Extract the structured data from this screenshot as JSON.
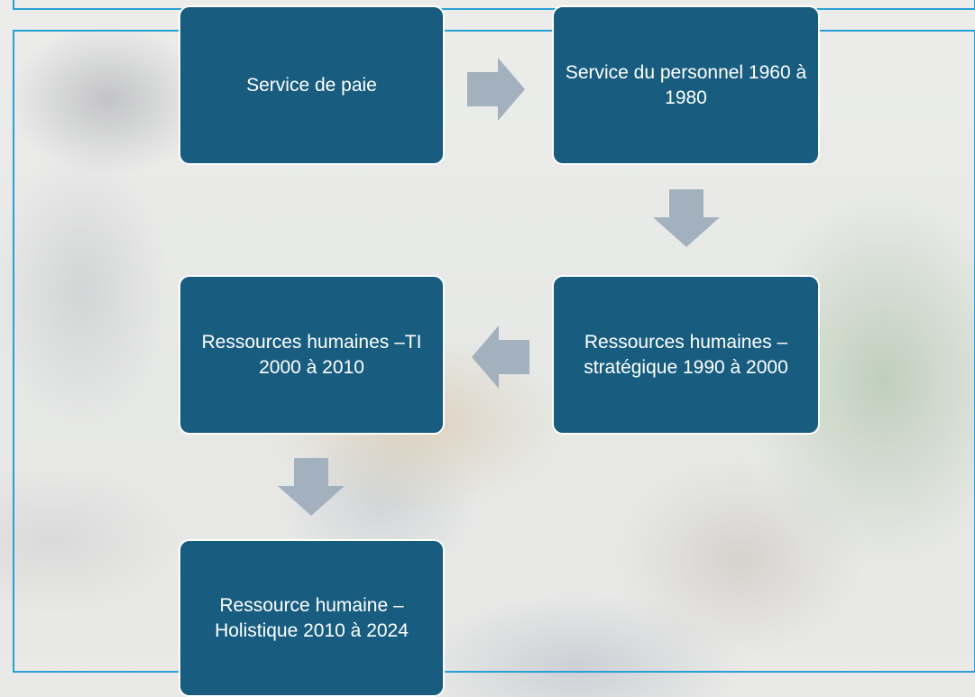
{
  "diagram": {
    "steps": [
      {
        "label": "Service de paie"
      },
      {
        "label": "Service du personnel 1960 à 1980"
      },
      {
        "label": "Ressources humaines – stratégique 1990 à 2000"
      },
      {
        "label": "Ressources humaines –TI 2000 à 2010"
      },
      {
        "label": "Ressource humaine – Holistique 2010 à 2024"
      }
    ],
    "colors": {
      "box_fill": "#185d80",
      "box_border": "#ffffff",
      "arrow": "#a3b1bf",
      "frame": "#2aa0d6"
    }
  }
}
